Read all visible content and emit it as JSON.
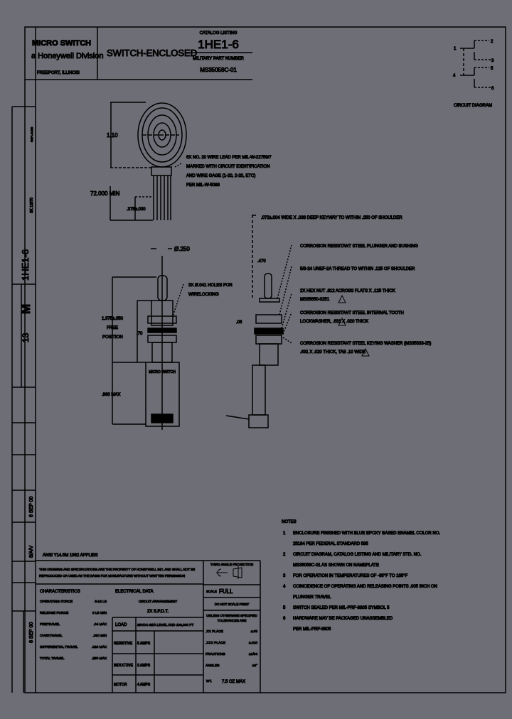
{
  "colors": {
    "background": "#6e6e76",
    "ink": "#000000"
  },
  "title_block": {
    "brand": "MICRO SWITCH",
    "division": "a Honeywell Division",
    "brand_location": "FREEPORT, ILLINOIS",
    "description": "SWITCH-ENCLOSED",
    "catalog_label": "CATALOG LISTING",
    "catalog_number": "1HE1-6",
    "military_label": "MILITARY PART NUMBER",
    "military_number": "MS35058C-01"
  },
  "circuit": {
    "title": "CIRCUIT DIAGRAM",
    "pins": [
      "1",
      "2",
      "3",
      "4",
      "5",
      "6"
    ]
  },
  "top_view": {
    "dim_height": "1.10",
    "dim_lead": "72.000 MIN",
    "dim_strip": ".375±.030",
    "lead_note": [
      "6X NO. 20 WIRE LEAD PER MIL-W-22759/7",
      "MARKED WITH CIRCUIT IDENTIFICATION",
      "AND WIRE GAGE (1-20, 2-20, ETC)",
      "PER MIL-W-5088"
    ]
  },
  "front_view": {
    "dim_plunger": "Ø.250",
    "dim_free": "1.375±.050",
    "free_label": "FREE",
    "position_label": "POSITION",
    "dim_bushing": ".70",
    "dim_body": ".960 MAX",
    "holes_note": [
      "3X Ø.041 HOLES FOR",
      "WIRELOCKING"
    ],
    "body_label": "MICRO SWITCH"
  },
  "side_view": {
    "dim_width": ".470",
    "dim_small": ".06",
    "callouts": [
      ".072±.004 WIDE X .038 DEEP KEYWAY TO WITHIN .250 OF SHOULDER",
      "CORROSION RESISTANT STEEL PLUNGER AND BUSHING",
      "5/8-24 UNEF-2A THREAD TO WITHIN .125 OF SHOULDER",
      "2X HEX NUT .812 ACROSS FLATS X .125 THICK",
      "MS35650-3251",
      "CORROSION RESISTANT STEEL INTERNAL TOOTH",
      "LOCKWASHER, .631 X .020 THICK",
      "CORROSION RESISTANT STEEL KEYING WASHER (MS35333-25)",
      ".631 X .020 THICK, TAB .10 WIDE"
    ],
    "flag_number": "6"
  },
  "notes": {
    "title": "NOTES",
    "items": [
      {
        "num": "1",
        "lines": [
          "ENCLOSURE FINISHED WITH BLUE EPOXY BASED ENAMEL COLOR NO.",
          "25184 PER FEDERAL STANDARD 595"
        ]
      },
      {
        "num": "2",
        "lines": [
          "CIRCUIT DIAGRAM, CATALOG LISTING AND MILITARY STD. NO.",
          "MS35058C-01 AS SHOWN ON NAMEPLATE"
        ]
      },
      {
        "num": "3",
        "lines": [
          "FOR OPERATION IN TEMPERATURES OF -65°F TO 185°F"
        ]
      },
      {
        "num": "4",
        "lines": [
          "COINCIDENCE OF OPERATING AND RELEASING POINTS .005 INCH ON",
          "PLUNGER TRAVEL"
        ]
      },
      {
        "num": "5",
        "lines": [
          "SWITCH SEALED PER MIL-PRF-8805 SYMBOL 5"
        ]
      },
      {
        "num": "6",
        "lines": [
          "HARDWARE MAY BE PACKAGED UNASSEMBLED",
          "PER MIL-PRF-8805"
        ]
      }
    ]
  },
  "bottom": {
    "standard": "ANSI Y14.5M 1982 APPLIES",
    "proprietary": [
      "THIS DRAWING AND SPECIFICATIONS ARE THE PROPERTY OF HONEYWELL INC. AND SHALL NOT BE",
      "REPRODUCED OR USED AS THE BASIS FOR MANUFACTURE WITHOUT WRITTEN PERMISSION"
    ],
    "projection": "THIRD ANGLE PROJECTION",
    "characteristics_title": "CHARACTERISTICS",
    "characteristics": [
      {
        "label": "OPERATING FORCE",
        "value": "8-12 LB"
      },
      {
        "label": "RELEASE FORCE",
        "value": "3 LB MIN"
      },
      {
        "label": "PRETRAVEL",
        "value": ".04 MAX"
      },
      {
        "label": "OVERTRAVEL",
        "value": ".060 MIN"
      },
      {
        "label": "DIFFERENTIAL TRAVEL",
        "value": ".020 MAX"
      },
      {
        "label": "TOTAL TRAVEL",
        "value": ".250 MAX"
      }
    ],
    "electrical_title": "ELECTRICAL DATA",
    "circuit_arrangement_label": "CIRCUIT ARRANGEMENT",
    "circuit_arrangement": "2X S.P.D.T.",
    "load_header": "LOAD",
    "rating_header": "28VDC SEA LEVEL AND 100,000 FT",
    "loads": [
      {
        "type": "RESISTIVE",
        "rating": "5 AMPS"
      },
      {
        "type": "INDUCTIVE",
        "rating": "3 AMPS"
      },
      {
        "type": "MOTOR",
        "rating": "4 AMPS"
      }
    ],
    "scale_label": "SCALE",
    "scale": "FULL",
    "do_not_scale": "DO NOT SCALE PRINT",
    "tolerance_title": [
      "UNLESS OTHERWISE SPECIFIED",
      "TOLERANCES ARE"
    ],
    "tolerances": [
      {
        "label": ".XX PLACE",
        "value": "±.03"
      },
      {
        "label": ".XXX PLACE",
        "value": "±.010"
      },
      {
        "label": "FRACTIONS",
        "value": "±1/64"
      },
      {
        "label": "ANGLES",
        "value": "±2°"
      }
    ],
    "weight_label": "WT.",
    "weight": "7.5 OZ MAX"
  },
  "side_strip": {
    "sheet": "13",
    "code": "M",
    "catalog": "1HE1-6",
    "date1": "6 SEP 00",
    "date2": "6 SEP 00",
    "rev": "8/A/V",
    "dwg": "SK 12870",
    "replaces": "REPLACES"
  }
}
